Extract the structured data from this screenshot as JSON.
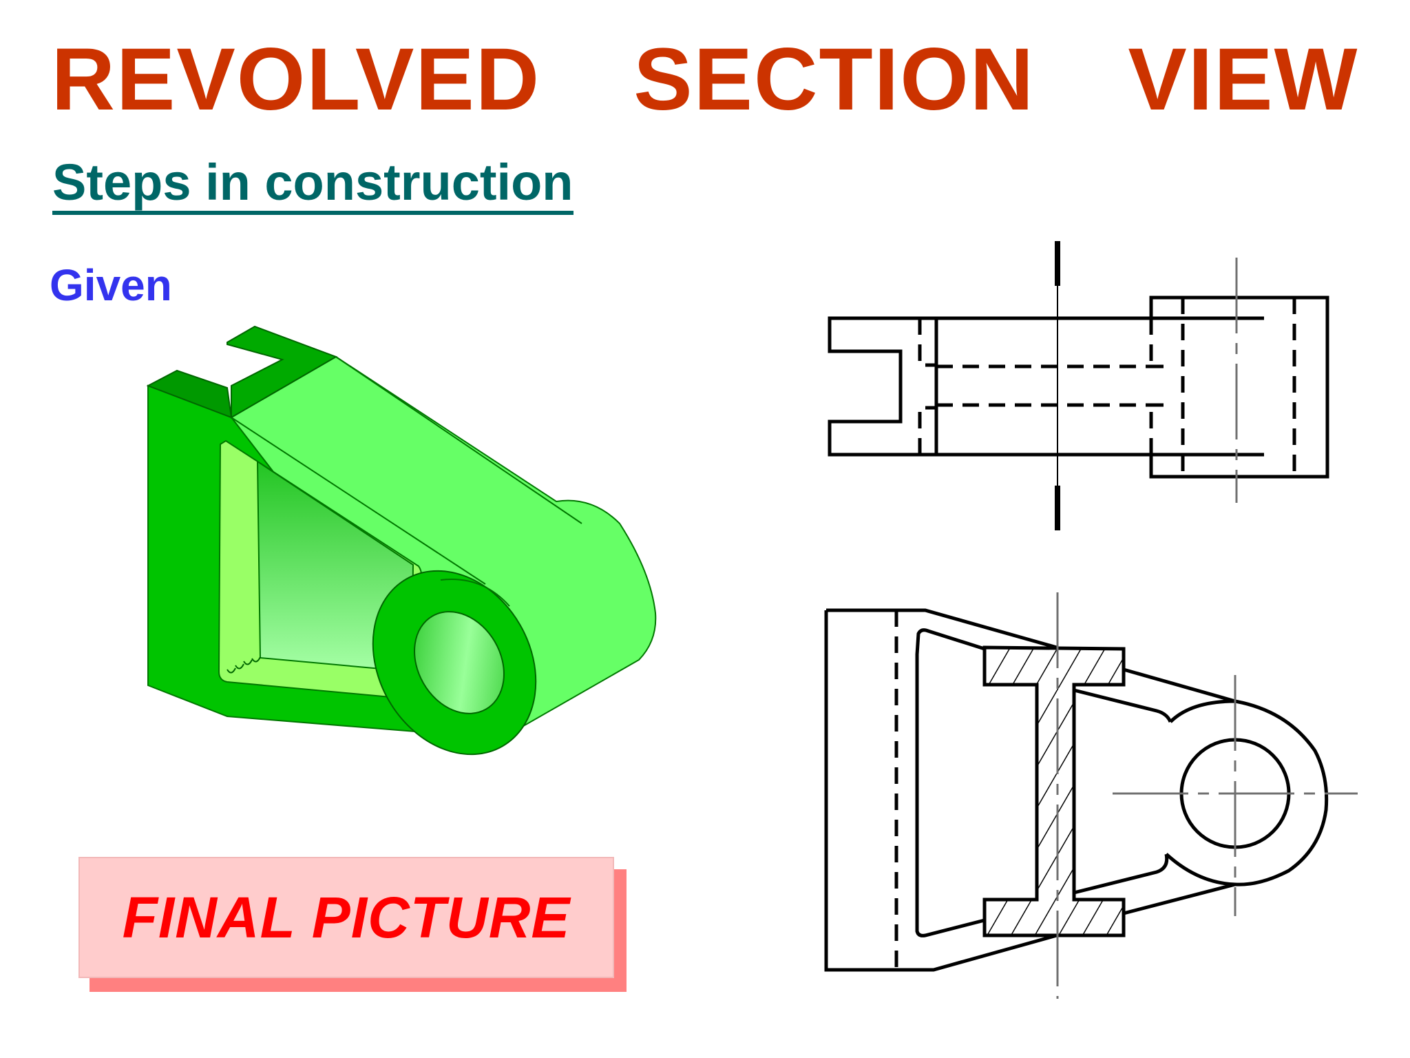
{
  "title": "REVOLVED  SECTION  VIEW",
  "subtitle": "Steps in construction",
  "given_label": "Given",
  "final_label": "FINAL PICTURE",
  "colors": {
    "title": "#cc3300",
    "subtitle": "#006666",
    "given": "#3333ee",
    "final_text": "#ff0000",
    "final_box": "#ffcccc",
    "final_shadow": "#ff8080",
    "model_dark": "#00c400",
    "model_light": "#66ff66"
  }
}
